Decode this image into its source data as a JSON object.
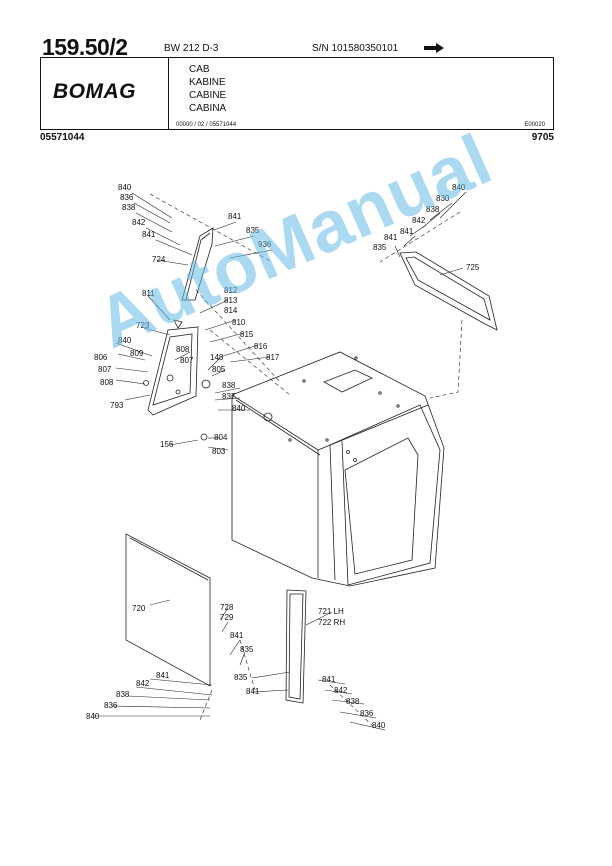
{
  "header": {
    "page_number": "159.50/2",
    "model": "BW 212 D-3",
    "serial": "S/N 101580350101",
    "brand": "BOMAG",
    "titles": [
      "CAB",
      "KABINE",
      "CABINE",
      "CABINA"
    ],
    "doc_ref": "00000 / 02 / 05571044",
    "doc_code": "E00020",
    "part_number": "05571044",
    "date_code": "9705"
  },
  "callouts": {
    "c840": "840",
    "c836": "836",
    "c838": "838",
    "c842": "842",
    "c841": "841",
    "c835": "835",
    "c936": "936",
    "c724": "724",
    "c830": "830",
    "c725": "725",
    "c812": "812",
    "c813": "813",
    "c814": "814",
    "c811": "811",
    "c810": "810",
    "c815": "815",
    "c816": "816",
    "c817": "817",
    "c723": "723",
    "c806": "806",
    "c807": "807",
    "c808": "808",
    "c809": "809",
    "c148": "148",
    "c805": "805",
    "c793": "793",
    "c837": "837",
    "c156": "156",
    "c804": "804",
    "c803": "803",
    "c720": "720",
    "c728": "728",
    "c729": "729",
    "c721": "721 LH",
    "c722": "722 RH"
  },
  "watermark": "AutoManual"
}
